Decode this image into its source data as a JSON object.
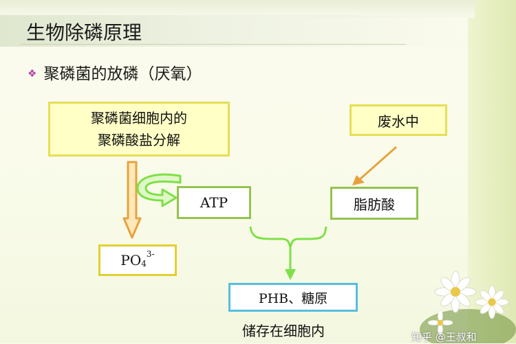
{
  "slide": {
    "title": "生物除磷原理",
    "subtitle": "聚磷菌的放磷（厌氧）",
    "bullet_icon": "diamond-bullet-icon"
  },
  "diagram": {
    "decomposition_box": {
      "line1": "聚磷菌细胞内的",
      "line2": "聚磷酸盐分解"
    },
    "wastewater_box": "废水中",
    "atp_box": "ATP",
    "fatty_acid_box": "脂肪酸",
    "po4_box": {
      "base": "PO",
      "sub": "4",
      "sup": "3-"
    },
    "phb_box": "PHB、糖原",
    "storage_caption": "储存在细胞内"
  },
  "watermark": "知乎 @王叔和",
  "colors": {
    "yellow_fill": "#ffffc6",
    "yellow_border": "#e5df55",
    "green_border": "#94c34d",
    "blue_border": "#56bde0",
    "orange_arrow": "#e7a23e",
    "green_arrow": "#7ee046",
    "bullet": "#b63fa8"
  }
}
